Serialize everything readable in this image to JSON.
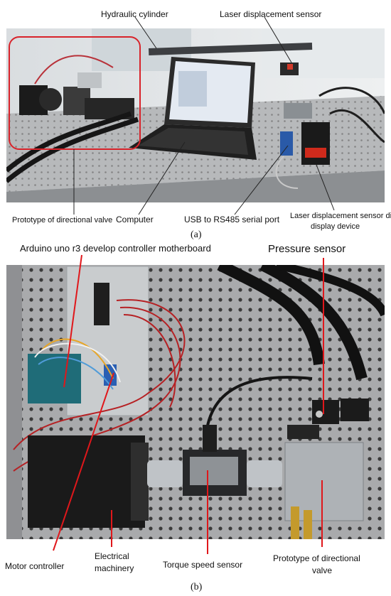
{
  "panel_a": {
    "labels": {
      "hydraulic_cylinder": "Hydraulic cylinder",
      "laser_sensor": "Laser displacement sensor",
      "valve_prototype": "Prototype of directional valve",
      "computer": "Computer",
      "usb_rs485": "USB to RS485 serial port",
      "laser_display_line1": "Laser displacement sensor digital",
      "laser_display_line2": "display device"
    },
    "caption": "(a)"
  },
  "panel_b": {
    "labels": {
      "arduino": "Arduino uno r3 develop controller motherboard",
      "pressure_sensor": "Pressure sensor",
      "motor_controller": "Motor controller",
      "electrical_line1": "Electrical",
      "electrical_line2": "machinery",
      "torque_sensor": "Torque speed sensor",
      "valve_line1": "Prototype of directional",
      "valve_line2": "valve"
    },
    "caption": "(b)"
  },
  "colors": {
    "annotation": "#e0171b",
    "frame": "#d8232a"
  }
}
